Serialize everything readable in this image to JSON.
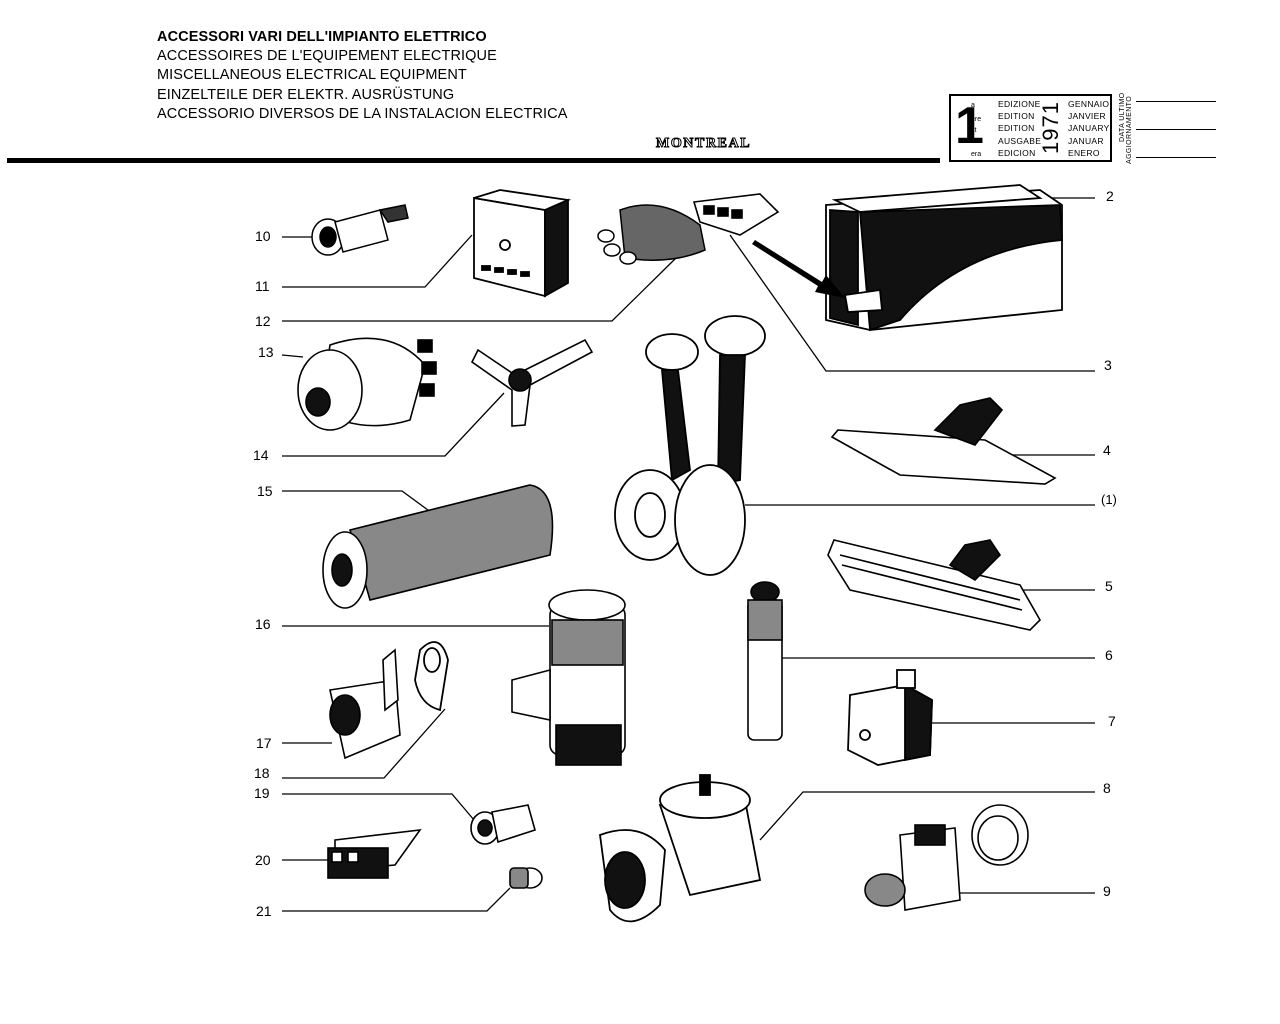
{
  "header": {
    "titles": [
      "ACCESSORI VARI DELL'IMPIANTO ELETTRICO",
      "ACCESSOIRES DE  L'EQUIPEMENT ELECTRIQUE",
      "MISCELLANEOUS ELECTRICAL EQUIPMENT",
      "EINZELTEILE DER ELEKTR. AUSRÜSTUNG",
      "ACCESSORIO DIVERSOS DE LA INSTALACION ELECTRICA"
    ],
    "brand": "MONTREAL"
  },
  "edition_box": {
    "number": "1",
    "suffixes": [
      "a",
      "ere",
      "st",
      ".",
      "era"
    ],
    "edition_words": [
      "EDIZIONE",
      "EDITION",
      "EDITION",
      "AUSGABE",
      "EDICION"
    ],
    "year": "1971",
    "months": [
      "GENNAIO",
      "JANVIER",
      "JANUARY",
      "JANUAR",
      "ENERO"
    ],
    "last_update_label_1": "DATA ULTIMO",
    "last_update_label_2": "AGGIORNAMENTO"
  },
  "callouts": {
    "left": [
      "10",
      "11",
      "12",
      "13",
      "14",
      "15",
      "16",
      "17",
      "18",
      "19",
      "20",
      "21"
    ],
    "right": [
      "2",
      "3",
      "4",
      "(1)",
      "5",
      "6",
      "7",
      "8",
      "9"
    ]
  }
}
